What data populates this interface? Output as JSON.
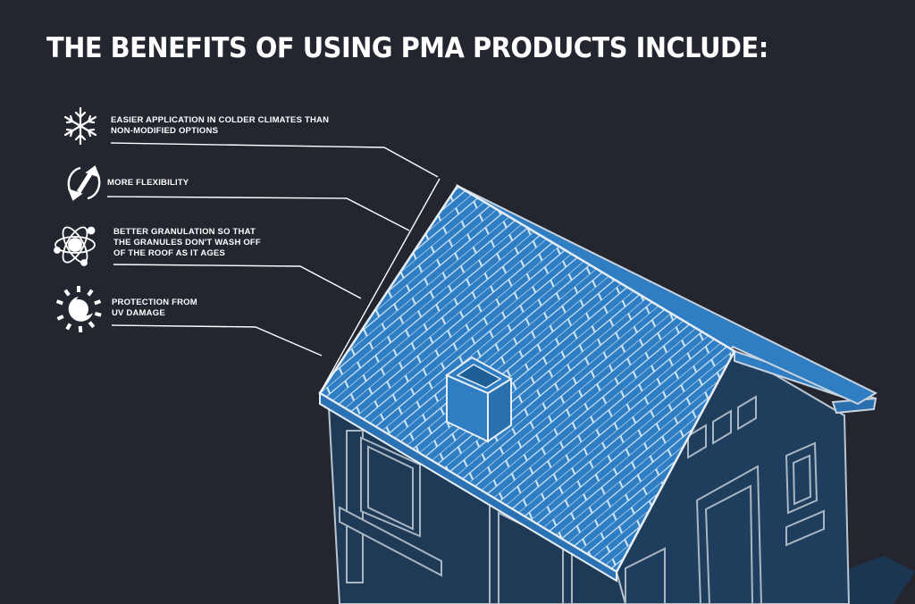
{
  "title": "THE BENEFITS OF USING PMA PRODUCTS INCLUDE:",
  "benefits": [
    {
      "icon": "snowflake-icon",
      "lines": [
        "EASIER APPLICATION IN COLDER CLIMATES THAN",
        "NON-MODIFIED OPTIONS"
      ]
    },
    {
      "icon": "flexibility-arrows-icon",
      "lines": [
        "MORE FLEXIBILITY"
      ]
    },
    {
      "icon": "granule-atom-icon",
      "lines": [
        "BETTER GRANULATION SO THAT",
        "THE GRANULES DON'T WASH OFF",
        "OF THE ROOF AS IT AGES"
      ]
    },
    {
      "icon": "sun-uv-icon",
      "lines": [
        "PROTECTION FROM",
        "UV DAMAGE"
      ]
    }
  ],
  "colors": {
    "background": "#23252f",
    "roof": "#2f7ec4",
    "house": "#1f3b57",
    "outline": "#c9d3dd",
    "text": "#ffffff"
  }
}
